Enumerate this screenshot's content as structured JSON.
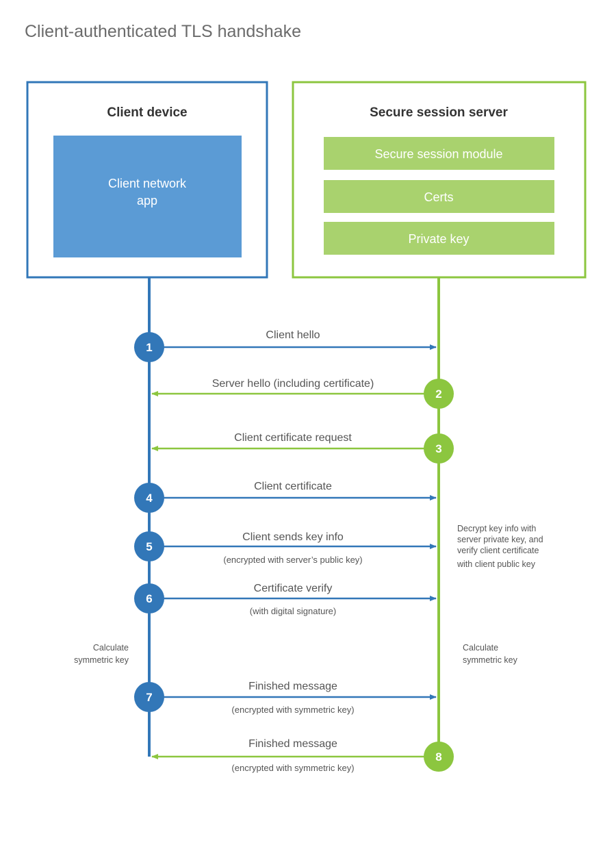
{
  "page": {
    "title": "Client-authenticated TLS handshake",
    "background": "#ffffff"
  },
  "colors": {
    "client_accent": "#3277b8",
    "client_fill": "#5b9bd5",
    "server_accent": "#8cc63f",
    "server_fill": "#a9d26e",
    "title_text": "#6b6b6b",
    "body_text": "#555555",
    "node_title_text": "#333333"
  },
  "nodes": {
    "client": {
      "title": "Client device",
      "inner": [
        {
          "label": "Client network app"
        }
      ]
    },
    "server": {
      "title": "Secure session server",
      "inner": [
        {
          "label": "Secure session module"
        },
        {
          "label": "Certs"
        },
        {
          "label": "Private key"
        }
      ]
    }
  },
  "steps": [
    {
      "number": "1",
      "label": "Client hello",
      "sub": "",
      "direction": "client-to-server",
      "side": "client"
    },
    {
      "number": "2",
      "label": "Server hello (including certificate)",
      "sub": "",
      "direction": "server-to-client",
      "side": "server"
    },
    {
      "number": "3",
      "label": "Client certificate request",
      "sub": "",
      "direction": "server-to-client",
      "side": "server"
    },
    {
      "number": "4",
      "label": "Client certificate",
      "sub": "",
      "direction": "client-to-server",
      "side": "client"
    },
    {
      "number": "5",
      "label": "Client sends key info",
      "sub": "(encrypted with server’s public key)",
      "direction": "client-to-server",
      "side": "client"
    },
    {
      "number": "6",
      "label": "Certificate verify",
      "sub": "(with digital signature)",
      "direction": "client-to-server",
      "side": "client"
    },
    {
      "number": "7",
      "label": "Finished message",
      "sub": "(encrypted with symmetric key)",
      "direction": "client-to-server",
      "side": "client"
    },
    {
      "number": "8",
      "label": "Finished message",
      "sub": "(encrypted with symmetric key)",
      "direction": "server-to-client",
      "side": "server"
    }
  ],
  "annotations": {
    "server_decrypt": [
      "Decrypt key info with",
      "server private key, and",
      "verify client certificate",
      "with client public key"
    ],
    "client_calculate": [
      "Calculate",
      "symmetric key"
    ],
    "server_calculate": [
      "Calculate",
      "symmetric key"
    ]
  }
}
